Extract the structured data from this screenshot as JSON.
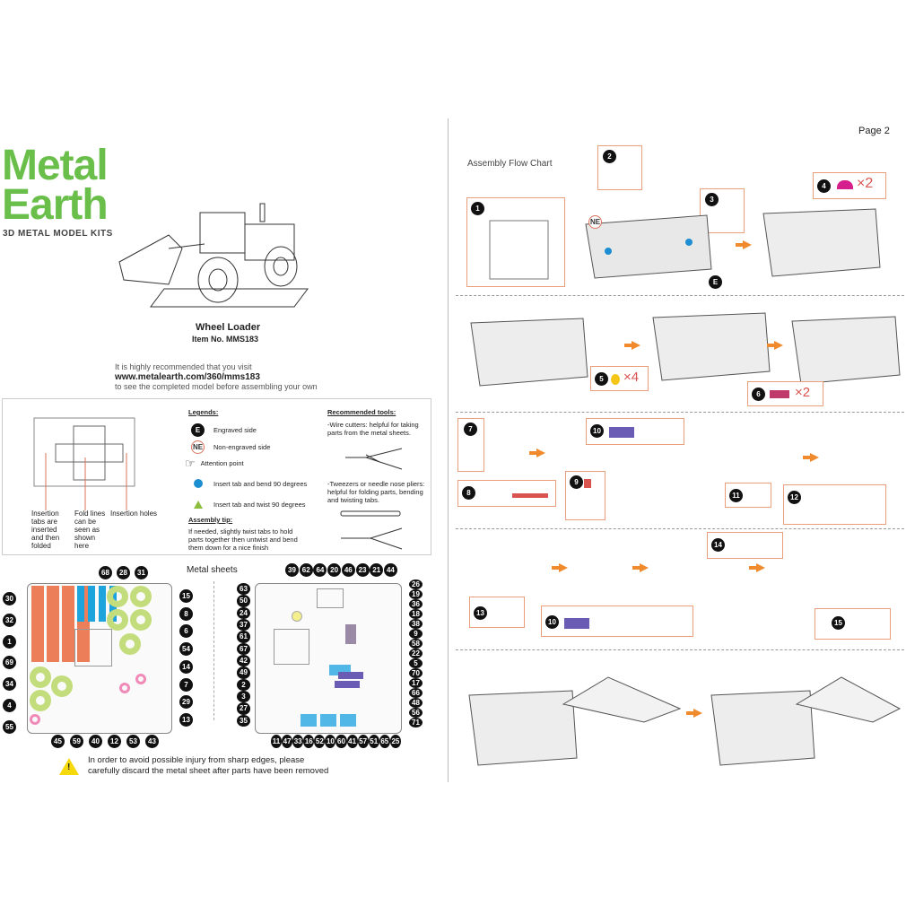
{
  "brand": {
    "line1": "Metal",
    "line2": "Earth",
    "tagline": "3D METAL MODEL KITS",
    "color": "#6abf4b"
  },
  "model": {
    "name": "Wheel Loader",
    "item": "Item  No. MMS183"
  },
  "recommend": {
    "line1": "It is highly recommended that you visit",
    "url": "www.metalearth.com/360/mms183",
    "line3": "to see the completed model before assembling your own"
  },
  "diagram": {
    "tabs": "Insertion tabs are inserted and then folded",
    "fold": "Fold lines can be seen as shown here",
    "holes": "Insertion holes"
  },
  "legends": {
    "title": "Legends:",
    "items": [
      {
        "icon": "E",
        "label": "Engraved side"
      },
      {
        "icon": "NE",
        "label": "Non-engraved side"
      },
      {
        "icon": "pointing-hand-icon",
        "label": "Attention point"
      },
      {
        "icon": "blue-dot-icon",
        "label": "Insert tab and bend 90 degrees",
        "color": "#1b8fd1"
      },
      {
        "icon": "green-triangle-icon",
        "label": "Insert tab and twist 90 degrees",
        "color": "#8cbd3f"
      }
    ],
    "tip_title": "Assembly tip:",
    "tip": "If needed, slightly twist tabs to hold parts together then untwist and bend them down for a nice finish"
  },
  "tools": {
    "title": "Recommended tools:",
    "wire": "-Wire cutters: helpful for taking parts from the metal sheets.",
    "tweezers": "-Tweezers or needle nose pliers: helpful for folding parts, bending and twisting tabs."
  },
  "sheets": {
    "title": "Metal sheets",
    "left": {
      "left": [
        "30",
        "32",
        "1",
        "69",
        "34",
        "4",
        "55"
      ],
      "top": [
        "68",
        "28",
        "31"
      ],
      "right": [
        "15",
        "8",
        "6",
        "54",
        "14",
        "7",
        "29",
        "13"
      ],
      "bottom": [
        "45",
        "59",
        "40",
        "12",
        "53",
        "43"
      ]
    },
    "right": {
      "top": [
        "39",
        "62",
        "64",
        "20",
        "46",
        "23",
        "21",
        "44"
      ],
      "left": [
        "63",
        "50",
        "24",
        "37",
        "61",
        "67",
        "42",
        "49",
        "2",
        "3",
        "27",
        "35"
      ],
      "right": [
        "26",
        "19",
        "36",
        "18",
        "38",
        "9",
        "58",
        "22",
        "5",
        "70",
        "17",
        "66",
        "48",
        "56",
        "71"
      ],
      "bottom": [
        "11",
        "47",
        "33",
        "16",
        "52",
        "10",
        "60",
        "41",
        "57",
        "51",
        "65",
        "25"
      ]
    }
  },
  "warning": "In order to avoid possible injury from sharp edges, please carefully discard the metal sheet after parts have been removed",
  "page": "Page 2",
  "flow_title": "Assembly Flow Chart",
  "steps": {
    "s1": "1",
    "s2": "2",
    "s3": "3",
    "s4": "4",
    "s4q": "×2",
    "s5": "5",
    "s5q": "×4",
    "s6": "6",
    "s6q": "×2",
    "s7": "7",
    "s8": "8",
    "s9": "9",
    "s10": "10",
    "s11": "11",
    "s12": "12",
    "s13": "13",
    "s14": "14",
    "s15": "15",
    "ne": "NE",
    "e": "E"
  }
}
